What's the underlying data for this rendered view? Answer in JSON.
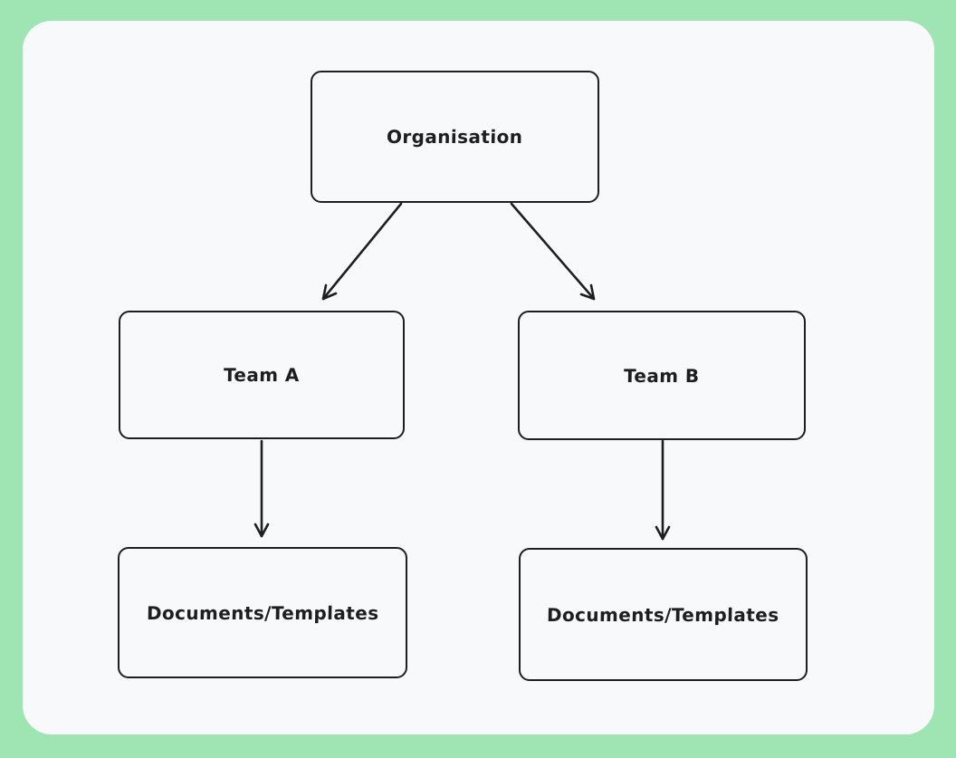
{
  "colors": {
    "frame_bg": "#9ee5b3",
    "canvas_bg": "#f8f9fa",
    "stroke": "#1e1e1e"
  },
  "diagram": {
    "type": "flowchart",
    "nodes": [
      {
        "id": "organisation",
        "label": "Organisation"
      },
      {
        "id": "team-a",
        "label": "Team A"
      },
      {
        "id": "team-b",
        "label": "Team B"
      },
      {
        "id": "docs-a",
        "label": "Documents/Templates"
      },
      {
        "id": "docs-b",
        "label": "Documents/Templates"
      }
    ],
    "edges": [
      {
        "from": "organisation",
        "to": "team-a",
        "style": "arrow"
      },
      {
        "from": "organisation",
        "to": "team-b",
        "style": "arrow"
      },
      {
        "from": "team-a",
        "to": "docs-a",
        "style": "arrow"
      },
      {
        "from": "team-b",
        "to": "docs-b",
        "style": "arrow"
      }
    ]
  }
}
